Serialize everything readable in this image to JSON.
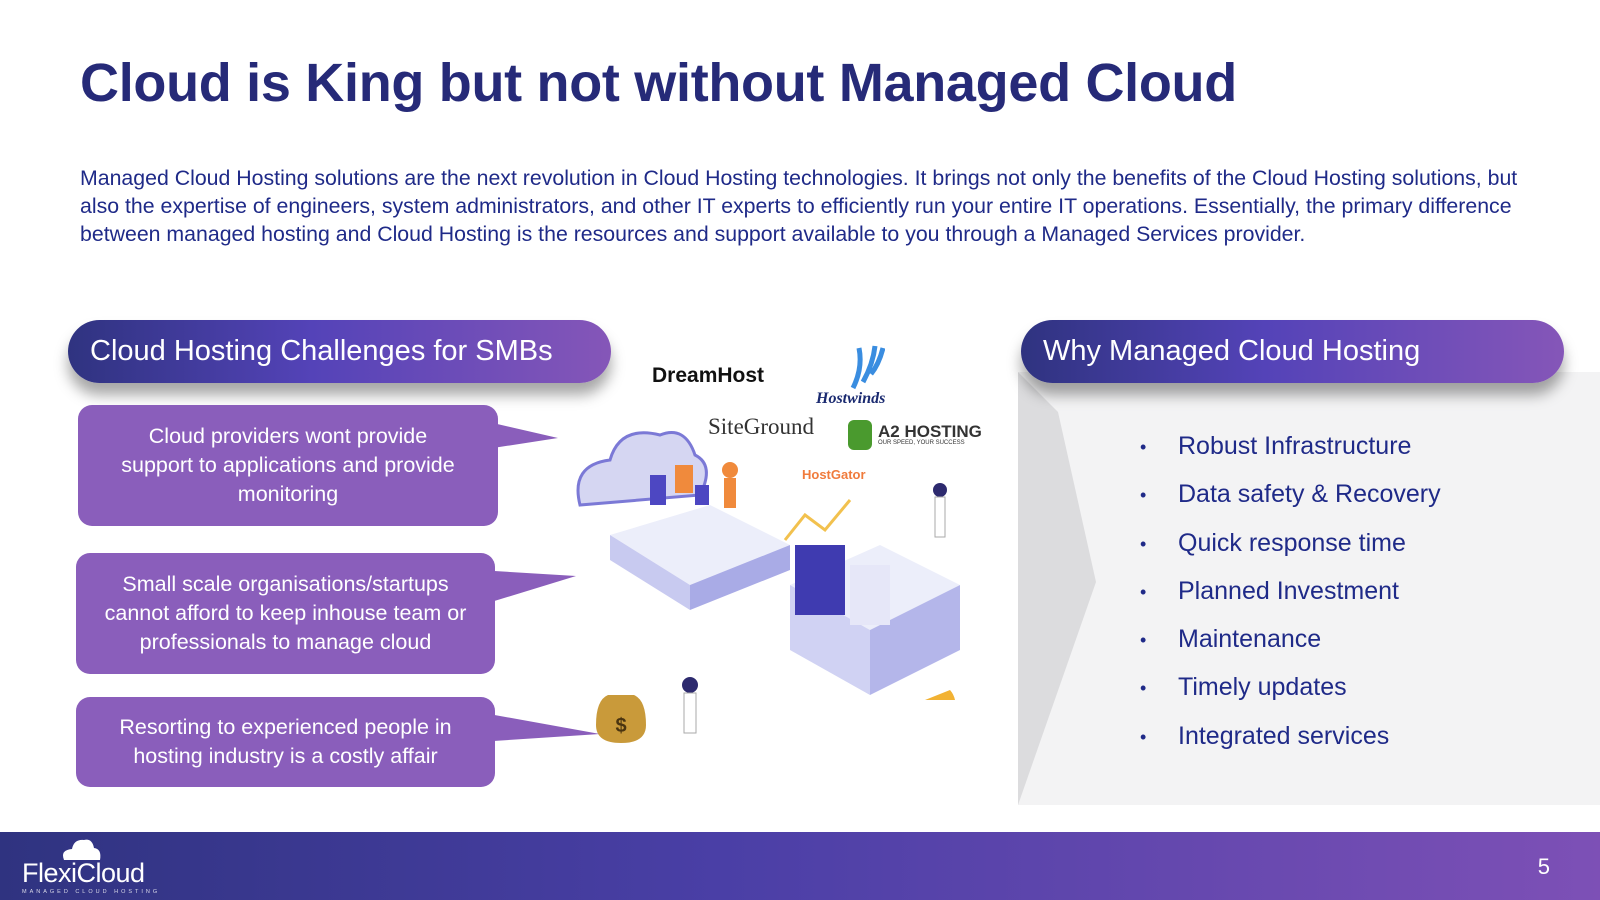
{
  "title": "Cloud is King but not without Managed Cloud",
  "intro": "Managed Cloud Hosting solutions are the next revolution in Cloud Hosting technologies. It brings not only the benefits of the Cloud Hosting solutions, but also the expertise of engineers, system administrators, and other IT experts to efficiently run your entire IT operations. Essentially, the primary difference between managed hosting and Cloud Hosting is the resources and support available to you through a Managed Services provider.",
  "challenges": {
    "header": "Cloud Hosting Challenges for SMBs",
    "items": [
      "Cloud providers wont provide support to applications and provide monitoring",
      "Small scale organisations/startups cannot afford to keep inhouse team or professionals to manage cloud",
      "Resorting to experienced people in hosting industry is a costly affair"
    ]
  },
  "brands": [
    "DreamHost",
    "Hostwinds",
    "SiteGround",
    "A2 HOSTING",
    "OUR SPEED, YOUR SUCCESS",
    "HostGator"
  ],
  "why": {
    "header": "Why Managed Cloud Hosting",
    "bullet": "•",
    "items": [
      "Robust Infrastructure",
      "Data safety & Recovery",
      "Quick response time",
      "Planned Investment",
      "Maintenance",
      "Timely updates",
      "Integrated services"
    ]
  },
  "footer": {
    "logo_name": "FlexiCloud",
    "logo_tag": "MANAGED CLOUD HOSTING",
    "page": "5"
  }
}
